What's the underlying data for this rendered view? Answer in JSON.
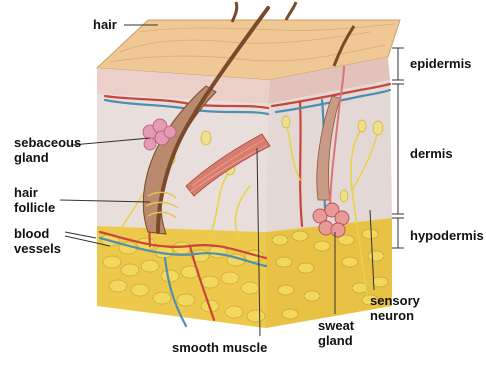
{
  "labels": {
    "hair": "hair",
    "epidermis": "epidermis",
    "dermis": "dermis",
    "hypodermis": "hypodermis",
    "sebaceous_line1": "sebaceous",
    "sebaceous_line2": "gland",
    "follicle_line1": "hair",
    "follicle_line2": "follicle",
    "blood_line1": "blood",
    "blood_line2": "vessels",
    "smooth_muscle": "smooth muscle",
    "sweat_line1": "sweat",
    "sweat_line2": "gland",
    "sensory_line1": "sensory",
    "sensory_line2": "neuron"
  },
  "colors": {
    "surface": "#efc896",
    "epidermis": "#ead0c8",
    "dermis": "#e8dedc",
    "hypodermis": "#ecc94a",
    "fat_cell": "#f3d85e",
    "hair": "#7a4a2a",
    "artery": "#c8463a",
    "vein": "#4f8fb0",
    "nerve": "#e8d24a",
    "gland": "#d9747a",
    "leader": "#333333"
  }
}
